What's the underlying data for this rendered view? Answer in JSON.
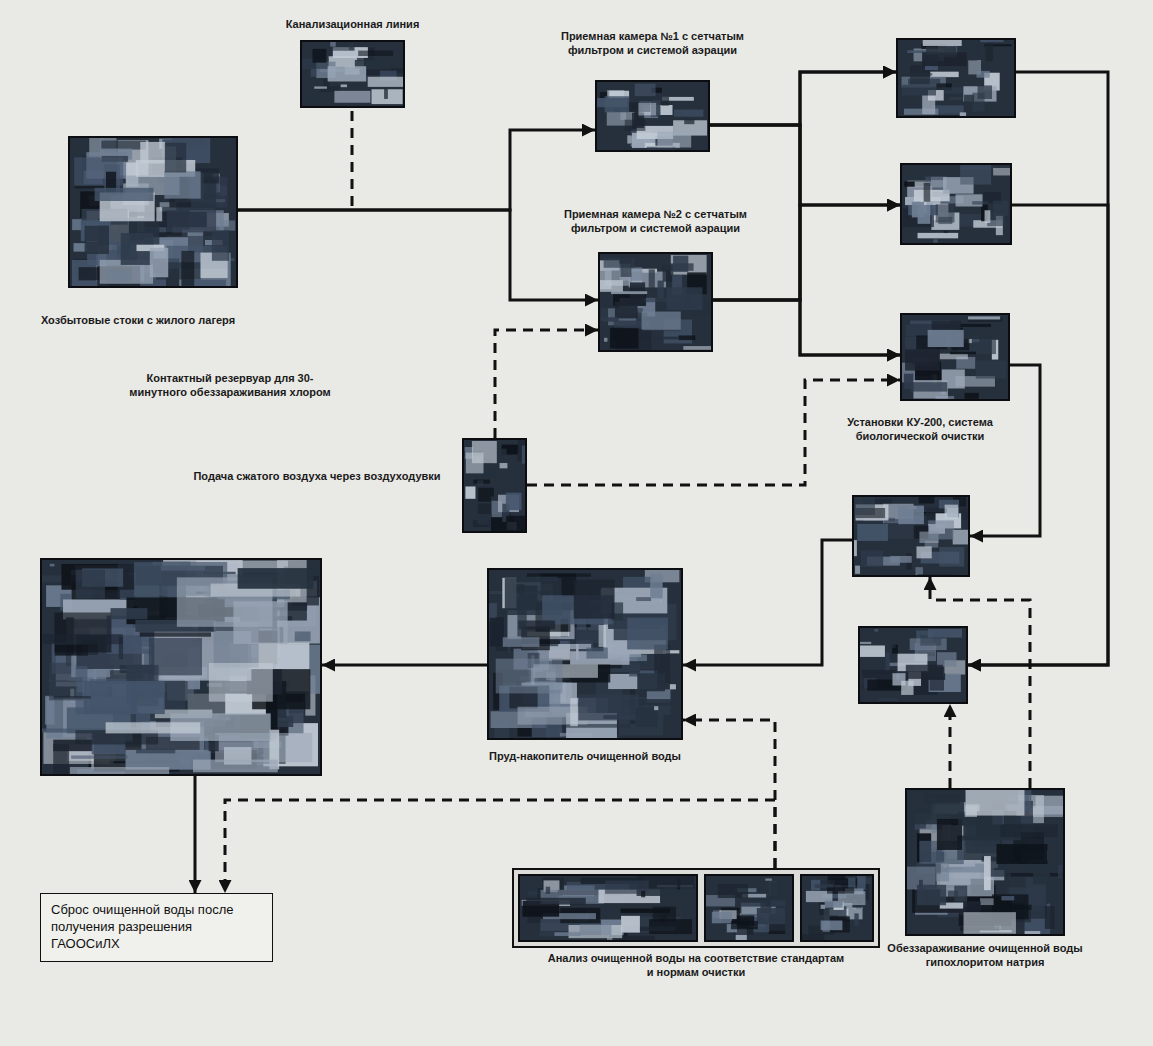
{
  "diagram": {
    "nodes": [
      {
        "text": [
          "Канализационная линия"
        ]
      },
      {
        "text": [
          "Приемная камера №1 с сетчатым фильтром и системой аэрации"
        ]
      },
      {
        "text": []
      },
      {
        "text": [
          "Хозбытовые стоки с жилого лагеря"
        ]
      },
      {
        "text": []
      },
      {
        "text": [
          "Приемная камера №2 с сетчатым фильтром и системой аэрации"
        ]
      },
      {
        "text": [
          "Установки КУ-200, система биологической очистки"
        ]
      },
      {
        "text": [
          "Подача сжатого воздуха через воздуходувки"
        ]
      },
      {
        "text": []
      },
      {
        "text": []
      },
      {
        "text": [
          "Пруд-накопитель очищенной воды"
        ]
      },
      {
        "text": []
      },
      {
        "text": [
          "Обеззараживание очищенной воды гипохлоритом натрия"
        ]
      },
      {
        "text": [
          "Анализ очищенной воды на соответствие стандартам и нормам очистки"
        ]
      },
      {
        "text": [
          "Сброс очищенной воды после получения разрешения ГАООСиЛХ"
        ]
      }
    ],
    "edges": [
      {
        "from": 3,
        "to": 1,
        "arrow": "to"
      },
      {
        "from": 3,
        "to": 5,
        "arrow": "to"
      },
      {
        "from": 1,
        "to": 2,
        "arrow": "to"
      },
      {
        "from": 1,
        "to": 4,
        "arrow": "to"
      },
      {
        "from": 1,
        "to": 6,
        "arrow": "to"
      },
      {
        "from": 5,
        "to": 2,
        "arrow": "to"
      },
      {
        "from": 5,
        "to": 4,
        "arrow": "to"
      },
      {
        "from": 5,
        "to": 6,
        "arrow": "to"
      },
      {
        "from": 2,
        "to": 11,
        "arrow": "to"
      },
      {
        "from": 4,
        "to": 11,
        "arrow": "to"
      },
      {
        "from": 6,
        "to": 8,
        "arrow": "to"
      },
      {
        "from": 8,
        "to": 10,
        "arrow": "to"
      },
      {
        "from": 10,
        "to": 9,
        "arrow": "to"
      },
      {
        "from": 9,
        "to": 14,
        "arrow": "to"
      },
      {
        "from": 7,
        "to": 5,
        "arrow": "to"
      },
      {
        "from": 7,
        "to": 6,
        "arrow": "to"
      },
      {
        "from": 12,
        "to": 8,
        "arrow": "to"
      },
      {
        "from": 12,
        "to": 11,
        "arrow": "to"
      },
      {
        "from": 13,
        "to": 10,
        "arrow": "to"
      },
      {
        "from": 13,
        "to": 14,
        "arrow": "to"
      }
    ],
    "labels": [
      "Контактный резервуар для 30-минутного обеззараживания хлором"
    ]
  }
}
